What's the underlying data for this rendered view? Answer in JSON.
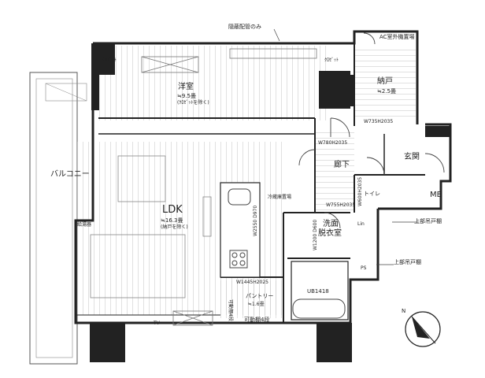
{
  "rooms": {
    "western_room": {
      "name": "洋室",
      "size": "≒9.5畳",
      "note": "(ｸﾛｾﾞｯﾄを除く)"
    },
    "storage": {
      "name": "納戸",
      "size": "≒2.5畳"
    },
    "ldk": {
      "name": "LDK",
      "size": "≒16.3畳",
      "note": "(納戸を除く)"
    },
    "corridor": {
      "name": "廊下"
    },
    "entrance": {
      "name": "玄関"
    },
    "toilet": {
      "name": "トイレ"
    },
    "mb": {
      "name": "MB"
    },
    "washroom": {
      "name": "洗面\n脱衣室"
    },
    "pantry": {
      "name": "パントリー",
      "size": "≒1.6畳"
    },
    "bath": {
      "name": "UB1418"
    },
    "balcony": {
      "name": "バルコニー"
    },
    "linen": {
      "name": "Lin"
    }
  },
  "labels": {
    "closet_left": "ｸﾛｾﾞｯﾄ",
    "closet_right": "ｸﾛｾﾞｯﾄ",
    "hidden_piping": "隠蔽配管のみ",
    "ac_outdoor": "AC室外機置場",
    "upper_shelf_1": "上部吊戸棚",
    "upper_shelf_2": "上部吊戸棚",
    "water_heater": "給湯器",
    "adjustable_shelf_4": "可動棚4段",
    "adjustable_shelf_4_vertical": "可動棚4段",
    "fridge_space": "冷蔵庫置場",
    "tv": "TV",
    "ps": "PS",
    "north": "N",
    "dim_w735h2035": "W735H2035",
    "dim_w780h2035": "W780H2035",
    "dim_w755h2035": "W755H2035",
    "dim_w1445h2025": "W1445H2025",
    "dim_w2550": "W2550 D970",
    "dim_w1200": "W1200 D600",
    "dim_w600": "W600H2035"
  }
}
